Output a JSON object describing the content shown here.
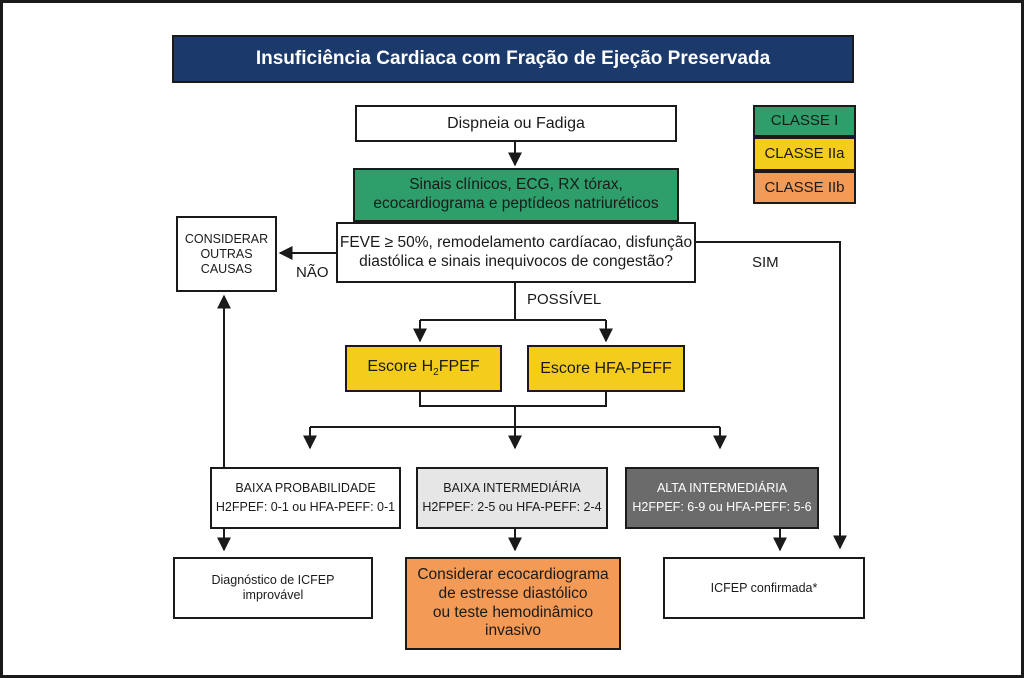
{
  "title": "Insuficiência Cardiaca com Fração de Ejeção Preservada",
  "colors": {
    "title_bg": "#1b3a6b",
    "classe_i": "#2e9e6b",
    "classe_iia": "#f4cc1c",
    "classe_iib": "#f29a56",
    "gray_light": "#e6e6e6",
    "gray_dark": "#6b6b6b"
  },
  "legend": {
    "classe_i": "CLASSE I",
    "classe_iia": "CLASSE IIa",
    "classe_iib": "CLASSE IIb"
  },
  "nodes": {
    "start": "Dispneia ou Fadiga",
    "clinical_signs": {
      "line1": "Sinais clínicos, ECG, RX tórax,",
      "line2": "ecocardiograma e peptídeos natriuréticos"
    },
    "question": {
      "line1": "FEVE ≥ 50%, remodelamento cardíacao, disfunção",
      "line2": "diastólica e sinais inequivocos de congestão?"
    },
    "other_causes": {
      "line1": "CONSIDERAR",
      "line2": "OUTRAS",
      "line3": "CAUSAS"
    },
    "score_h2fpef": {
      "prefix": "Escore H",
      "sub": "2",
      "suffix": "FPEF"
    },
    "score_hfapeff": "Escore HFA-PEFF",
    "low_prob": {
      "title": "BAIXA PROBABILIDADE",
      "detail": "H2FPEF: 0-1 ou HFA-PEFF: 0-1"
    },
    "low_intermediate": {
      "title": "BAIXA INTERMEDIÁRIA",
      "detail": "H2FPEF: 2-5 ou HFA-PEFF: 2-4"
    },
    "high_intermediate": {
      "title": "ALTA INTERMEDIÁRIA",
      "detail": "H2FPEF: 6-9 ou HFA-PEFF: 5-6"
    },
    "diag_unlikely": {
      "line1": "Diagnóstico de ICFEP",
      "line2": "improvável"
    },
    "consider_echo": {
      "line1": "Considerar ecocardiograma",
      "line2": "de estresse diastólico",
      "line3": "ou teste hemodinâmico",
      "line4": "invasivo"
    },
    "confirmed": "ICFEP confirmada*"
  },
  "edge_labels": {
    "no": "NÃO",
    "yes": "SIM",
    "possible": "POSSÍVEL"
  }
}
